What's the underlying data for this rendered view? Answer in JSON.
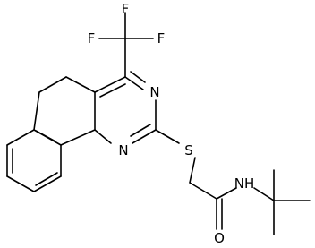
{
  "molecule": {
    "atoms": {
      "f_top": "F",
      "f_left": "F",
      "f_right": "F",
      "n3": "N",
      "n1": "N",
      "s": "S",
      "nh": "NH",
      "o": "O"
    },
    "bond_color": "#000000",
    "background": "#ffffff"
  }
}
